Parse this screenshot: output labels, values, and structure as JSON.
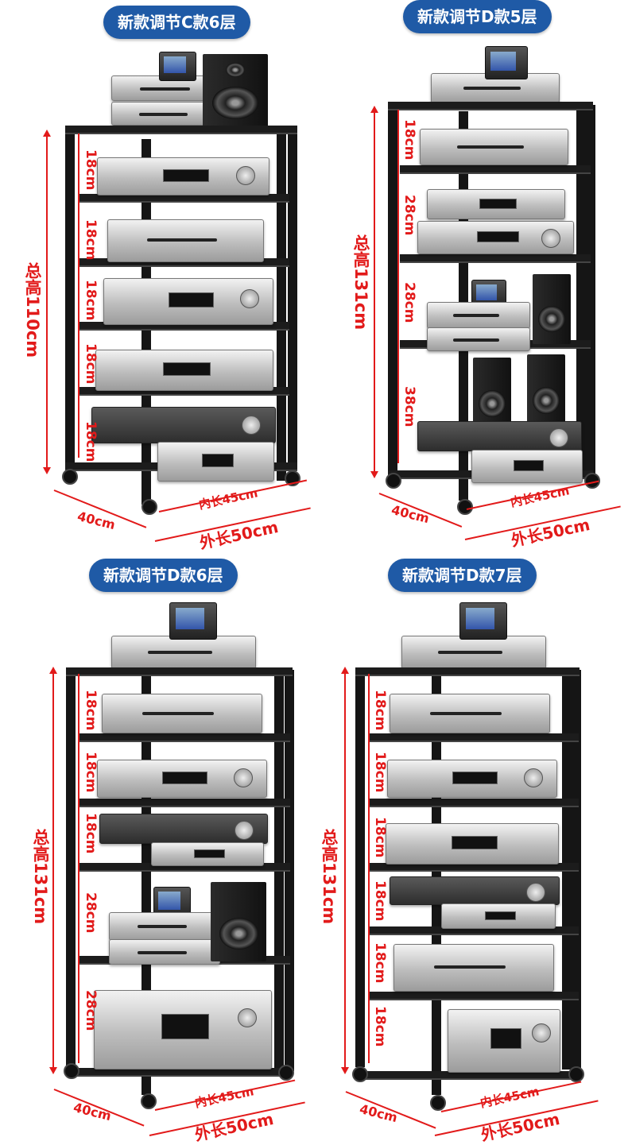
{
  "panels": [
    {
      "title": "新款调节C款6层",
      "total_height": "总高110cm",
      "gaps": [
        "18cm",
        "18cm",
        "18cm",
        "18cm",
        "18cm"
      ],
      "depth": "40cm",
      "inner_length": "内长45cm",
      "outer_length": "外长50cm"
    },
    {
      "title": "新款调节D款5层",
      "total_height": "总高131cm",
      "gaps": [
        "18cm",
        "28cm",
        "28cm",
        "38cm"
      ],
      "depth": "40cm",
      "inner_length": "内长45cm",
      "outer_length": "外长50cm"
    },
    {
      "title": "新款调节D款6层",
      "total_height": "总高131cm",
      "gaps": [
        "18cm",
        "18cm",
        "18cm",
        "28cm",
        "28cm"
      ],
      "depth": "40cm",
      "inner_length": "内长45cm",
      "outer_length": "外长50cm"
    },
    {
      "title": "新款调节D款7层",
      "total_height": "总高131cm",
      "gaps": [
        "18cm",
        "18cm",
        "18cm",
        "18cm",
        "18cm",
        "18cm"
      ],
      "depth": "40cm",
      "inner_length": "内长45cm",
      "outer_length": "外长50cm"
    }
  ],
  "colors": {
    "title_pill": "#1f5aa6",
    "dimension": "#e21a1a",
    "rack": "#151515"
  }
}
